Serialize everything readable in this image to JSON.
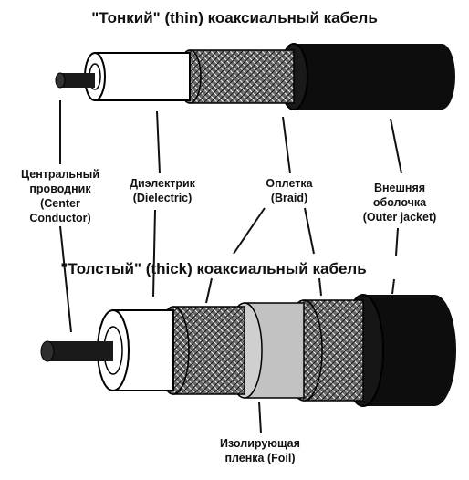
{
  "titles": {
    "thin": "\"Тонкий\" (thin) коаксиальный кабель",
    "thick": "\"Толстый\" (thick) коаксиальный кабель"
  },
  "labels": {
    "center_conductor": [
      "Центральный",
      "проводник",
      "(Center",
      "Conductor)"
    ],
    "dielectric": [
      "Диэлектрик",
      "(Dielectric)"
    ],
    "braid": [
      "Оплетка",
      "(Braid)"
    ],
    "outer_jacket": [
      "Внешняя",
      "оболочка",
      "(Outer jacket)"
    ],
    "foil": [
      "Изолирующая",
      "пленка (Foil)"
    ]
  },
  "colors": {
    "jacket": "#0d0d0d",
    "braid": "#666666",
    "foil": "#c2c2c2",
    "dielectric": "#ffffff",
    "conductor": "#1a1a1a",
    "line": "#111111"
  }
}
